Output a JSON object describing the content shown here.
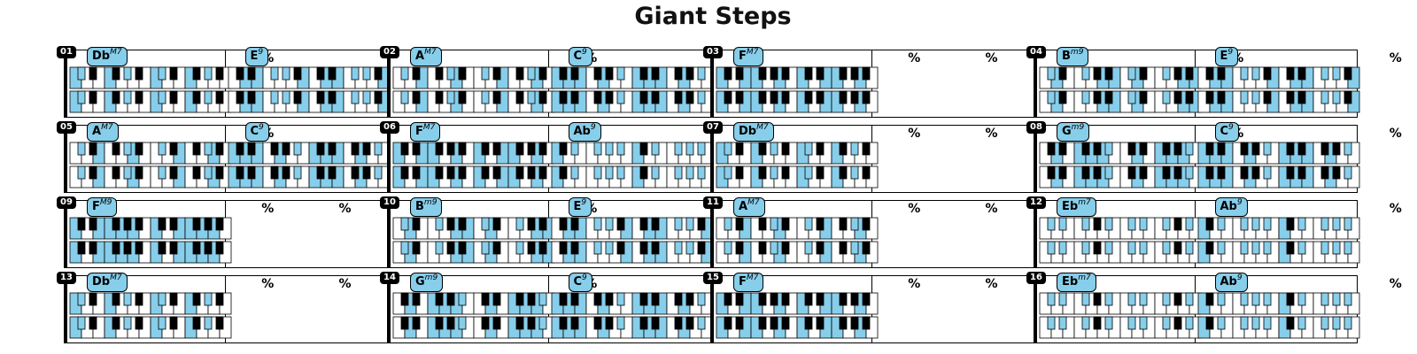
{
  "title": "Giant Steps",
  "repeat_symbol": "%",
  "colors": {
    "highlight": "#87ceeb",
    "black_key": "#000000",
    "white_key": "#ffffff"
  },
  "icons": {
    "keyboard": "piano-keyboard-icon"
  },
  "rows": [
    {
      "measures": [
        {
          "number": "01",
          "beats": [
            {
              "root": "Db",
              "quality": "M7"
            },
            {
              "root": "",
              "quality": ""
            },
            {
              "root": "E",
              "quality": "9"
            },
            {
              "root": "",
              "quality": ""
            }
          ]
        },
        {
          "number": "02",
          "beats": [
            {
              "root": "A",
              "quality": "M7"
            },
            {
              "root": "",
              "quality": ""
            },
            {
              "root": "C",
              "quality": "9"
            },
            {
              "root": "",
              "quality": ""
            }
          ]
        },
        {
          "number": "03",
          "beats": [
            {
              "root": "F",
              "quality": "M7"
            },
            {
              "root": "",
              "quality": ""
            },
            {
              "root": "",
              "quality": ""
            },
            {
              "root": "",
              "quality": ""
            }
          ]
        },
        {
          "number": "04",
          "beats": [
            {
              "root": "B",
              "quality": "m9"
            },
            {
              "root": "",
              "quality": ""
            },
            {
              "root": "E",
              "quality": "9"
            },
            {
              "root": "",
              "quality": ""
            }
          ]
        }
      ]
    },
    {
      "measures": [
        {
          "number": "05",
          "beats": [
            {
              "root": "A",
              "quality": "M7"
            },
            {
              "root": "",
              "quality": ""
            },
            {
              "root": "C",
              "quality": "9"
            },
            {
              "root": "",
              "quality": ""
            }
          ]
        },
        {
          "number": "06",
          "beats": [
            {
              "root": "F",
              "quality": "M7"
            },
            {
              "root": "",
              "quality": ""
            },
            {
              "root": "Ab",
              "quality": "9"
            },
            {
              "root": "",
              "quality": ""
            }
          ]
        },
        {
          "number": "07",
          "beats": [
            {
              "root": "Db",
              "quality": "M7"
            },
            {
              "root": "",
              "quality": ""
            },
            {
              "root": "",
              "quality": ""
            },
            {
              "root": "",
              "quality": ""
            }
          ]
        },
        {
          "number": "08",
          "beats": [
            {
              "root": "G",
              "quality": "m9"
            },
            {
              "root": "",
              "quality": ""
            },
            {
              "root": "C",
              "quality": "9"
            },
            {
              "root": "",
              "quality": ""
            }
          ]
        }
      ]
    },
    {
      "measures": [
        {
          "number": "09",
          "beats": [
            {
              "root": "F",
              "quality": "M9"
            },
            {
              "root": "",
              "quality": ""
            },
            {
              "root": "",
              "quality": ""
            },
            {
              "root": "",
              "quality": ""
            }
          ]
        },
        {
          "number": "10",
          "beats": [
            {
              "root": "B",
              "quality": "m9"
            },
            {
              "root": "",
              "quality": ""
            },
            {
              "root": "E",
              "quality": "9"
            },
            {
              "root": "",
              "quality": ""
            }
          ]
        },
        {
          "number": "11",
          "beats": [
            {
              "root": "A",
              "quality": "M7"
            },
            {
              "root": "",
              "quality": ""
            },
            {
              "root": "",
              "quality": ""
            },
            {
              "root": "",
              "quality": ""
            }
          ]
        },
        {
          "number": "12",
          "beats": [
            {
              "root": "Eb",
              "quality": "m7"
            },
            {
              "root": "",
              "quality": ""
            },
            {
              "root": "Ab",
              "quality": "9"
            },
            {
              "root": "",
              "quality": ""
            }
          ]
        }
      ]
    },
    {
      "measures": [
        {
          "number": "13",
          "beats": [
            {
              "root": "Db",
              "quality": "M7"
            },
            {
              "root": "",
              "quality": ""
            },
            {
              "root": "",
              "quality": ""
            },
            {
              "root": "",
              "quality": ""
            }
          ]
        },
        {
          "number": "14",
          "beats": [
            {
              "root": "G",
              "quality": "m9"
            },
            {
              "root": "",
              "quality": ""
            },
            {
              "root": "C",
              "quality": "9"
            },
            {
              "root": "",
              "quality": ""
            }
          ]
        },
        {
          "number": "15",
          "beats": [
            {
              "root": "F",
              "quality": "M7"
            },
            {
              "root": "",
              "quality": ""
            },
            {
              "root": "",
              "quality": ""
            },
            {
              "root": "",
              "quality": ""
            }
          ]
        },
        {
          "number": "16",
          "beats": [
            {
              "root": "Eb",
              "quality": "m7"
            },
            {
              "root": "",
              "quality": ""
            },
            {
              "root": "Ab",
              "quality": "9"
            },
            {
              "root": "",
              "quality": ""
            }
          ]
        }
      ]
    }
  ]
}
